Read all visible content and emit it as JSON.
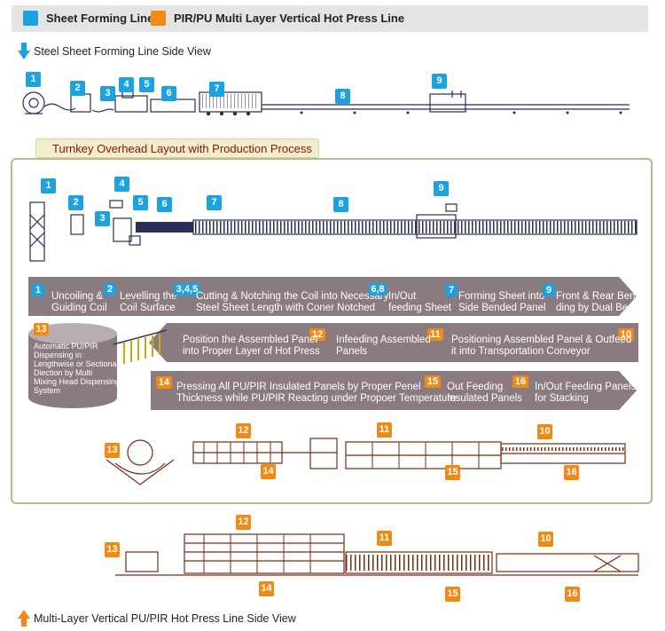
{
  "legend": {
    "sheet_forming": {
      "label": "Sheet Forming Line",
      "color": "#1aa3e0"
    },
    "hot_press": {
      "label": "PIR/PU Multi Layer Vertical Hot Press Line",
      "color": "#f08a15"
    }
  },
  "side_view_top": {
    "title": "Steel Sheet Forming Line Side View",
    "numbers": [
      "1",
      "2",
      "3",
      "4",
      "5",
      "6",
      "7",
      "8",
      "9"
    ]
  },
  "turnkey_title": "Turnkey Overhead Layout with Production Process",
  "overhead_numbers": [
    "1",
    "2",
    "3",
    "4",
    "5",
    "6",
    "7",
    "8",
    "9"
  ],
  "process_row1": [
    {
      "num": "1",
      "text": "Uncoiling &\nGuiding Coil"
    },
    {
      "num": "2",
      "text": "Levelling the\nCoil Surface"
    },
    {
      "num": "3,4,5",
      "text": "Cutting & Notching the Coil into Necessary\nSteel Sheet Length with Coner Notched"
    },
    {
      "num": "6,8",
      "text": "In/Out\nfeeding Sheet"
    },
    {
      "num": "7",
      "text": "Forming Sheet into\nSide Bended Panel"
    },
    {
      "num": "9",
      "text": "Front & Rear Ben-\nding by Dual Bende"
    }
  ],
  "process_row2": [
    {
      "num": "12",
      "text": "Position the Assembled Panel\ninto Proper Layer of Hot Press"
    },
    {
      "num": "11",
      "text": "Infeeding Assembled\nPanels"
    },
    {
      "num": "10",
      "text": "Positioning Assembled Panel & Outfeed\nit into Transportation Conveyor"
    }
  ],
  "process_row3": [
    {
      "num": "14",
      "text": "Pressing All PU/PIR Insulated Panels by Proper Penel\nThickness while PU/PIR Reacting under Propoer Temperature"
    },
    {
      "num": "15",
      "text": "Out Feeding\nInsulated Panels"
    },
    {
      "num": "16",
      "text": "In/Out Feeding Panels\nfor Stacking"
    }
  ],
  "tank": {
    "num": "13",
    "text": "Automatic PU/PIR\nDispensing in\nLengthwise or Sectional\nDiection by Multi\nMixing Head Dispensing\nSystem"
  },
  "hot_press_overhead_numbers": [
    "13",
    "12",
    "14",
    "11",
    "15",
    "10",
    "16"
  ],
  "side_view_bottom": {
    "title": "Multi-Layer Vertical PU/PIR Hot Press Line Side View",
    "numbers": [
      "13",
      "12",
      "14",
      "11",
      "15",
      "10",
      "16"
    ]
  }
}
